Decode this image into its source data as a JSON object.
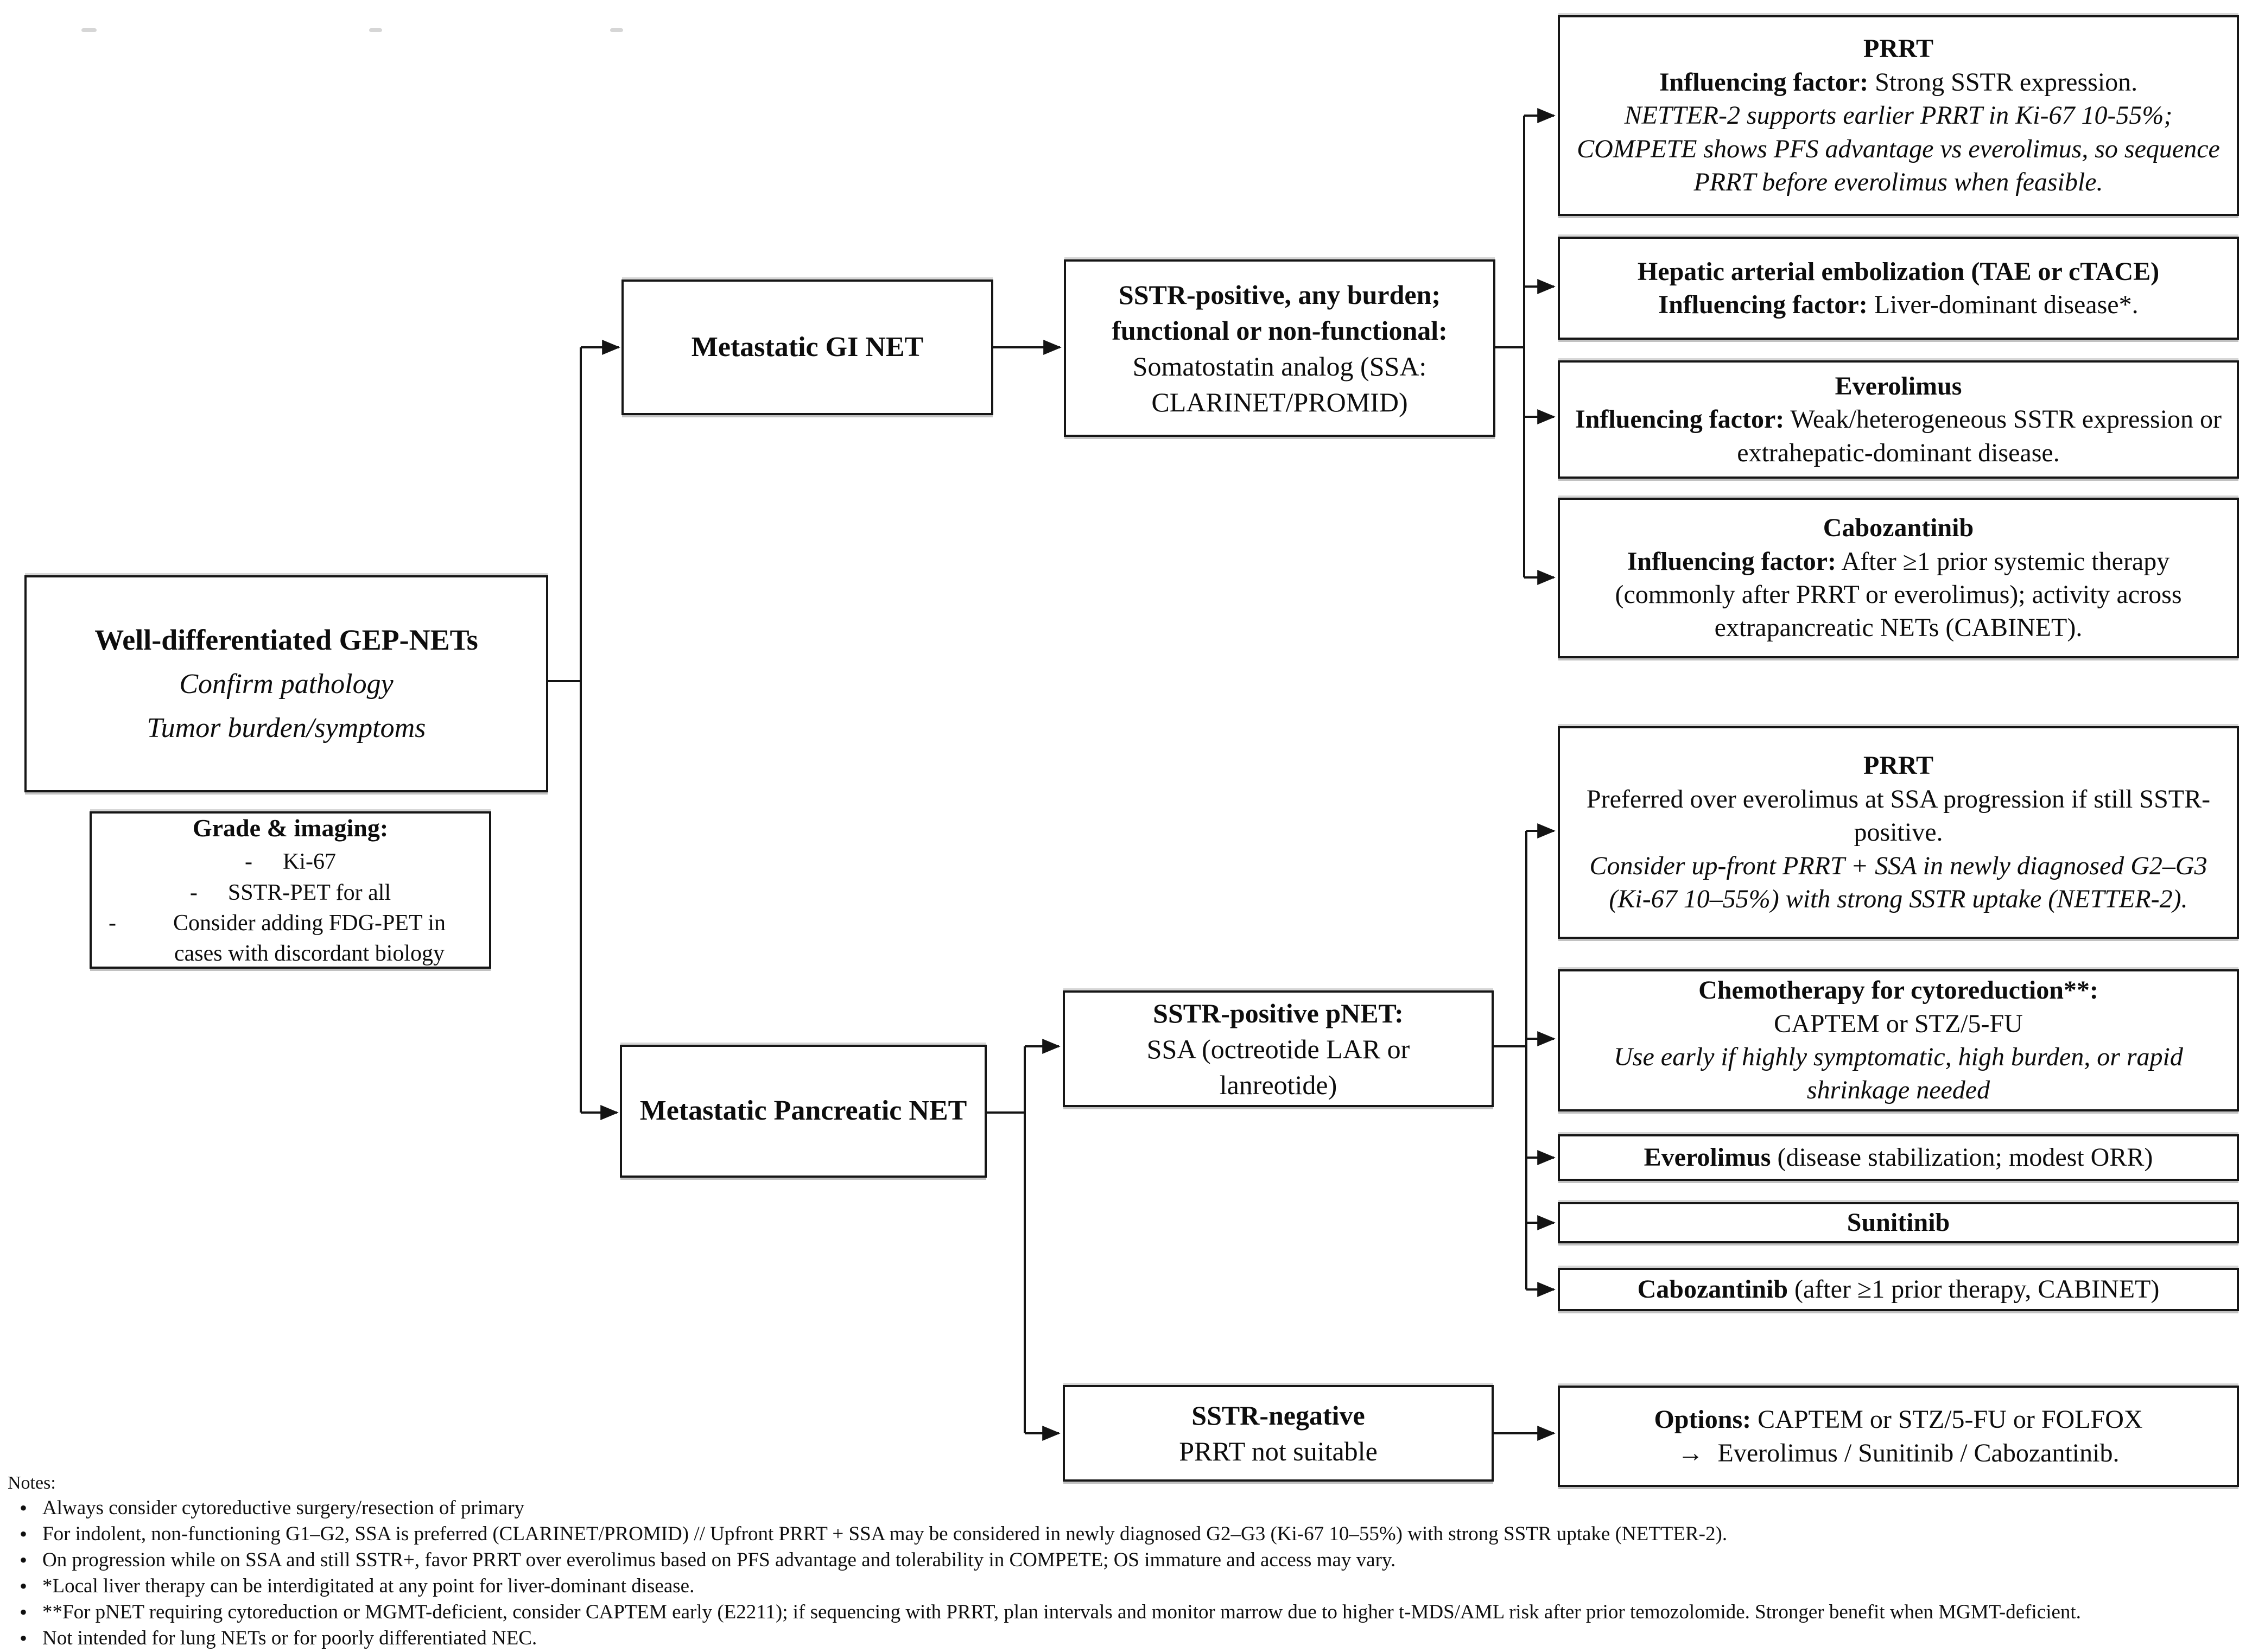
{
  "root": {
    "title": "Well-differentiated GEP-NETs",
    "subtitle1": "Confirm pathology",
    "subtitle2": "Tumor burden/symptoms"
  },
  "grade_imaging": {
    "title": "Grade & imaging:",
    "dash": "-",
    "items": [
      "Ki-67",
      "SSTR-PET for all",
      "Consider adding FDG-PET in cases with discordant biology"
    ]
  },
  "gi": {
    "branch_label": "Metastatic GI NET",
    "first_line": {
      "bold1": "SSTR-positive, any burden;",
      "bold2": "functional or non-functional:",
      "normal1": "Somatostatin analog (SSA:",
      "normal2": "CLARINET/PROMID)"
    },
    "options": [
      {
        "title": "PRRT",
        "factor_label": "Influencing factor:",
        "factor": " Strong SSTR expression.",
        "note": "NETTER-2 supports earlier PRRT in Ki-67 10-55%; COMPETE shows PFS advantage vs everolimus, so sequence PRRT before everolimus when feasible."
      },
      {
        "title": "Hepatic arterial embolization (TAE or cTACE)",
        "factor_label": "Influencing factor:",
        "factor": " Liver-dominant disease*."
      },
      {
        "title": "Everolimus",
        "factor_label": "Influencing factor:",
        "factor": " Weak/heterogeneous SSTR expression or extrahepatic-dominant disease."
      },
      {
        "title": "Cabozantinib",
        "factor_label": "Influencing factor:",
        "factor": " After ≥1 prior systemic therapy (commonly after PRRT or everolimus); activity across extrapancreatic NETs (CABINET)."
      }
    ]
  },
  "pnet": {
    "branch_label": "Metastatic Pancreatic NET",
    "sstr_positive": {
      "bold": "SSTR-positive pNET:",
      "normal": "SSA (octreotide LAR or lanreotide)"
    },
    "options": [
      {
        "title": "PRRT",
        "body": "Preferred over everolimus at SSA progression if still SSTR-positive.",
        "note": "Consider up-front PRRT + SSA in newly diagnosed G2–G3 (Ki-67 10–55%) with strong SSTR uptake (NETTER-2)."
      },
      {
        "title": "Chemotherapy for cytoreduction**:",
        "body": "CAPTEM or STZ/5-FU",
        "note": "Use early if highly symptomatic, high burden, or rapid shrinkage needed"
      },
      {
        "title": "Everolimus",
        "suffix": " (disease stabilization; modest ORR)"
      },
      {
        "title": "Sunitinib",
        "suffix": ""
      },
      {
        "title": "Cabozantinib",
        "suffix": " (after ≥1 prior therapy, CABINET)"
      }
    ],
    "sstr_negative": {
      "bold": "SSTR-negative",
      "normal": "PRRT not suitable"
    },
    "options_box": {
      "bold": "Options:",
      "line1": " CAPTEM or STZ/5-FU or FOLFOX",
      "arrow": "→",
      "line2": "Everolimus / Sunitinib / Cabozantinib."
    }
  },
  "notes": {
    "title": "Notes:",
    "items": [
      "Always consider cytoreductive surgery/resection of primary",
      "For indolent, non-functioning G1–G2, SSA is preferred (CLARINET/PROMID) // Upfront PRRT + SSA may be considered in newly diagnosed G2–G3 (Ki-67 10–55%) with strong SSTR uptake (NETTER-2).",
      "On progression while on SSA and still SSTR+, favor PRRT over everolimus based on PFS advantage and tolerability in COMPETE; OS immature and access may vary.",
      "*Local liver therapy can be interdigitated at any point for liver-dominant disease.",
      "**For pNET requiring cytoreduction or MGMT-deficient, consider CAPTEM early (E2211); if sequencing with PRRT, plan intervals and monitor marrow due to higher t-MDS/AML risk after prior temozolomide. Stronger benefit when MGMT-deficient.",
      "Not intended for lung NETs or for poorly differentiated NEC."
    ]
  }
}
